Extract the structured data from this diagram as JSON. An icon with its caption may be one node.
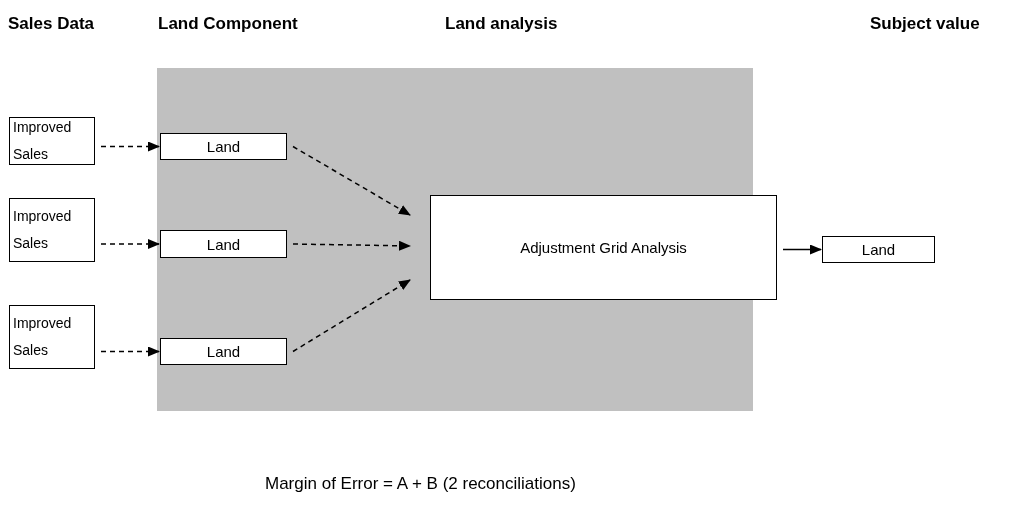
{
  "diagram": {
    "nodes": [
      {
        "text": [],
        "shape": "box"
      },
      {
        "text": [
          "Improved Sales"
        ]
      },
      {
        "text": [
          "Improved Sales"
        ]
      },
      {
        "text": [
          "Improved Sales"
        ]
      },
      {
        "text": [
          "Land"
        ],
        "in": 0
      },
      {
        "text": [
          "Land"
        ],
        "in": 0
      },
      {
        "text": [
          "Land"
        ],
        "in": 0
      },
      {
        "text": [
          "Adjustment Grid Analysis"
        ],
        "in": 0
      },
      {
        "text": [
          "Land"
        ]
      }
    ],
    "edges": [
      {
        "from": 1,
        "to": 4,
        "arrow": "to",
        "style": "dashed"
      },
      {
        "from": 2,
        "to": 5,
        "arrow": "to",
        "style": "dashed"
      },
      {
        "from": 3,
        "to": 6,
        "arrow": "to",
        "style": "dashed"
      },
      {
        "from": 4,
        "to": 7,
        "arrow": "to",
        "style": "dashed"
      },
      {
        "from": 5,
        "to": 7,
        "arrow": "to",
        "style": "dashed"
      },
      {
        "from": 6,
        "to": 7,
        "arrow": "to",
        "style": "dashed"
      },
      {
        "from": 7,
        "to": 8,
        "arrow": "to"
      }
    ],
    "labels": [
      "Sales Data",
      "Land Component",
      "Land analysis",
      "Subject value",
      "Margin of Error = A + B (2 reconciliations)"
    ]
  }
}
